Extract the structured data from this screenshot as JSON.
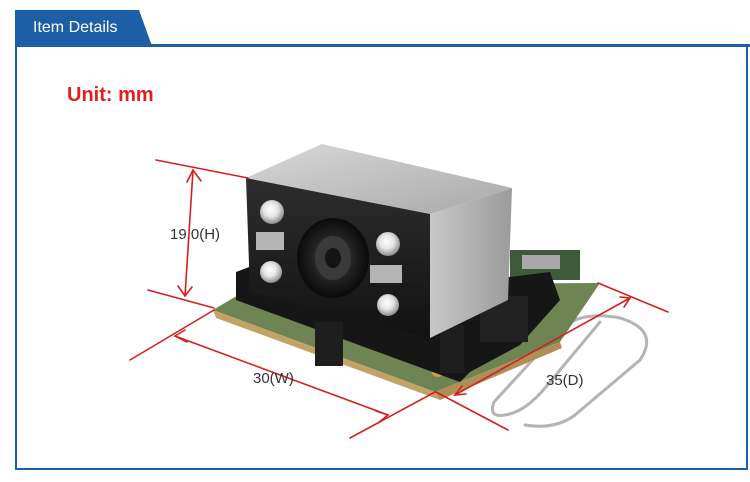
{
  "header": {
    "tab_label": "Item Details"
  },
  "content": {
    "unit_label": "Unit: mm",
    "dimensions": {
      "height_label": "19.0(H)",
      "width_label": "30(W)",
      "depth_label": "35(D)"
    }
  },
  "colors": {
    "accent": "#1d5fa6",
    "unit_text": "#e02020",
    "dimension_lines": "#d42020"
  }
}
